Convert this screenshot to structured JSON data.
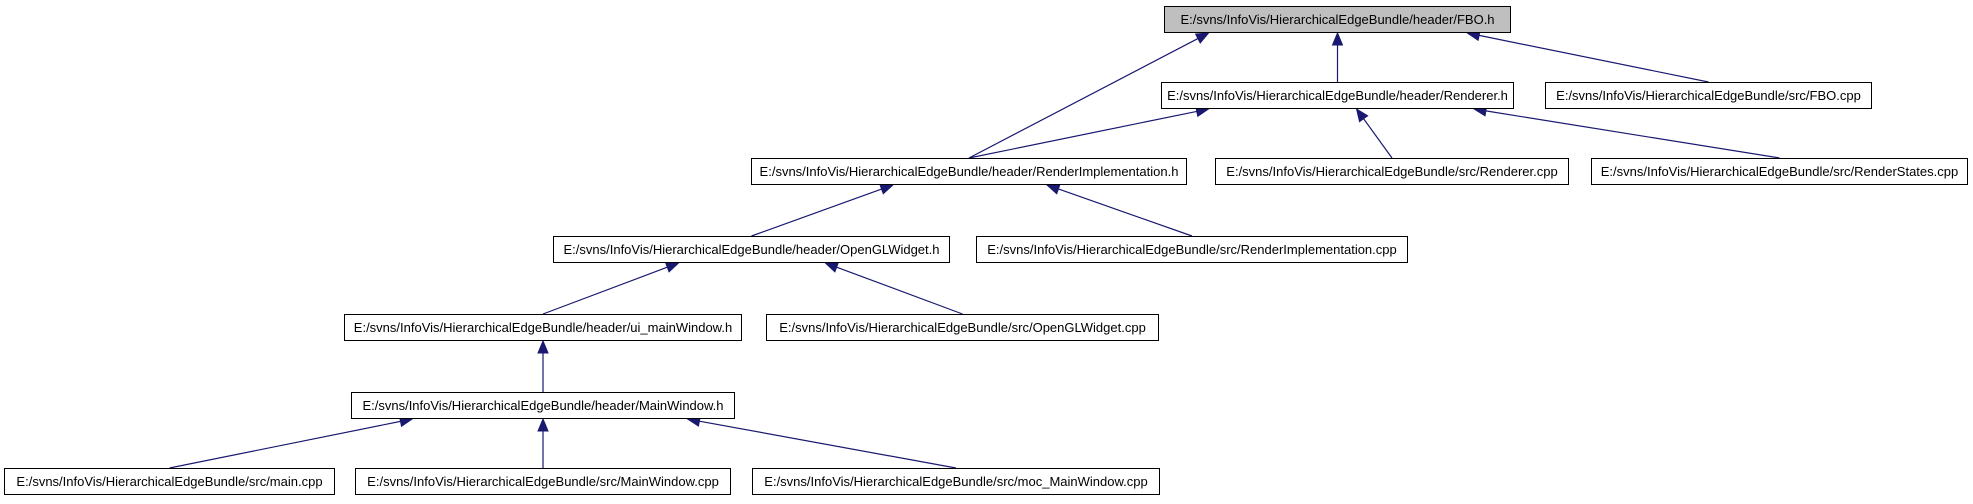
{
  "colors": {
    "edge": "#191970",
    "root_fill": "#bfbfbf",
    "node_fill": "#ffffff",
    "node_border": "#000000"
  },
  "nodes": {
    "fbo_h": "E:/svns/InfoVis/HierarchicalEdgeBundle/header/FBO.h",
    "renderer_h": "E:/svns/InfoVis/HierarchicalEdgeBundle/header/Renderer.h",
    "fbo_cpp": "E:/svns/InfoVis/HierarchicalEdgeBundle/src/FBO.cpp",
    "renderimpl_h": "E:/svns/InfoVis/HierarchicalEdgeBundle/header/RenderImplementation.h",
    "renderer_cpp": "E:/svns/InfoVis/HierarchicalEdgeBundle/src/Renderer.cpp",
    "renderstates_cpp": "E:/svns/InfoVis/HierarchicalEdgeBundle/src/RenderStates.cpp",
    "openglwidget_h": "E:/svns/InfoVis/HierarchicalEdgeBundle/header/OpenGLWidget.h",
    "renderimpl_cpp": "E:/svns/InfoVis/HierarchicalEdgeBundle/src/RenderImplementation.cpp",
    "ui_mainwindow_h": "E:/svns/InfoVis/HierarchicalEdgeBundle/header/ui_mainWindow.h",
    "openglwidget_cpp": "E:/svns/InfoVis/HierarchicalEdgeBundle/src/OpenGLWidget.cpp",
    "mainwindow_h": "E:/svns/InfoVis/HierarchicalEdgeBundle/header/MainWindow.h",
    "main_cpp": "E:/svns/InfoVis/HierarchicalEdgeBundle/src/main.cpp",
    "mainwindow_cpp": "E:/svns/InfoVis/HierarchicalEdgeBundle/src/MainWindow.cpp",
    "moc_mainwindow_cpp": "E:/svns/InfoVis/HierarchicalEdgeBundle/src/moc_MainWindow.cpp"
  },
  "edges": [
    [
      "renderer_h",
      "fbo_h"
    ],
    [
      "renderimpl_h",
      "fbo_h"
    ],
    [
      "fbo_cpp",
      "fbo_h"
    ],
    [
      "renderimpl_h",
      "renderer_h"
    ],
    [
      "renderer_cpp",
      "renderer_h"
    ],
    [
      "renderstates_cpp",
      "renderer_h"
    ],
    [
      "openglwidget_h",
      "renderimpl_h"
    ],
    [
      "renderimpl_cpp",
      "renderimpl_h"
    ],
    [
      "ui_mainwindow_h",
      "openglwidget_h"
    ],
    [
      "openglwidget_cpp",
      "openglwidget_h"
    ],
    [
      "mainwindow_h",
      "ui_mainwindow_h"
    ],
    [
      "main_cpp",
      "mainwindow_h"
    ],
    [
      "mainwindow_cpp",
      "mainwindow_h"
    ],
    [
      "moc_mainwindow_cpp",
      "mainwindow_h"
    ]
  ]
}
